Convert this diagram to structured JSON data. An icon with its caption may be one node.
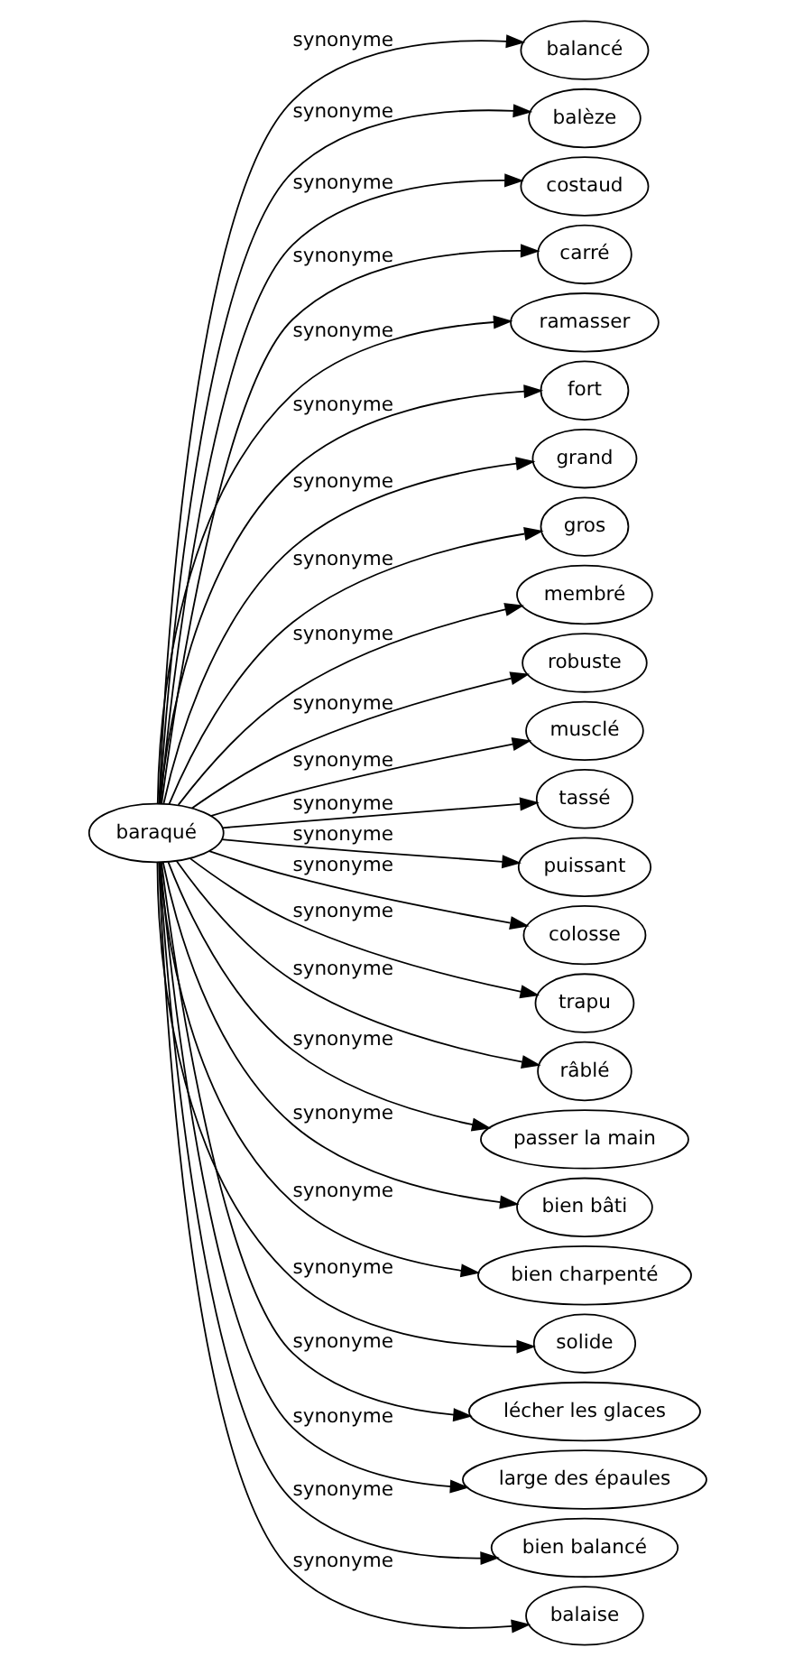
{
  "diagram": {
    "nodes": [
      {
        "text": [
          "baraqué"
        ]
      },
      {
        "text": [
          "balancé"
        ]
      },
      {
        "text": [
          "balèze"
        ]
      },
      {
        "text": [
          "costaud"
        ]
      },
      {
        "text": [
          "carré"
        ]
      },
      {
        "text": [
          "ramasser"
        ]
      },
      {
        "text": [
          "fort"
        ]
      },
      {
        "text": [
          "grand"
        ]
      },
      {
        "text": [
          "gros"
        ]
      },
      {
        "text": [
          "membré"
        ]
      },
      {
        "text": [
          "robuste"
        ]
      },
      {
        "text": [
          "musclé"
        ]
      },
      {
        "text": [
          "tassé"
        ]
      },
      {
        "text": [
          "puissant"
        ]
      },
      {
        "text": [
          "colosse"
        ]
      },
      {
        "text": [
          "trapu"
        ]
      },
      {
        "text": [
          "râblé"
        ]
      },
      {
        "text": [
          "passer la main"
        ]
      },
      {
        "text": [
          "bien bâti"
        ]
      },
      {
        "text": [
          "bien charpenté"
        ]
      },
      {
        "text": [
          "solide"
        ]
      },
      {
        "text": [
          "lécher les glaces"
        ]
      },
      {
        "text": [
          "large des épaules"
        ]
      },
      {
        "text": [
          "bien balancé"
        ]
      },
      {
        "text": [
          "balaise"
        ]
      }
    ],
    "edges": [
      {
        "from": 0,
        "to": 1,
        "arrow": "to",
        "label": "synonyme"
      },
      {
        "from": 0,
        "to": 2,
        "arrow": "to",
        "label": "synonyme"
      },
      {
        "from": 0,
        "to": 3,
        "arrow": "to",
        "label": "synonyme"
      },
      {
        "from": 0,
        "to": 4,
        "arrow": "to",
        "label": "synonyme"
      },
      {
        "from": 0,
        "to": 5,
        "arrow": "to",
        "label": "synonyme"
      },
      {
        "from": 0,
        "to": 6,
        "arrow": "to",
        "label": "synonyme"
      },
      {
        "from": 0,
        "to": 7,
        "arrow": "to",
        "label": "synonyme"
      },
      {
        "from": 0,
        "to": 8,
        "arrow": "to",
        "label": "synonyme"
      },
      {
        "from": 0,
        "to": 9,
        "arrow": "to",
        "label": "synonyme"
      },
      {
        "from": 0,
        "to": 10,
        "arrow": "to",
        "label": "synonyme"
      },
      {
        "from": 0,
        "to": 11,
        "arrow": "to",
        "label": "synonyme"
      },
      {
        "from": 0,
        "to": 12,
        "arrow": "to",
        "label": "synonyme"
      },
      {
        "from": 0,
        "to": 13,
        "arrow": "to",
        "label": "synonyme"
      },
      {
        "from": 0,
        "to": 14,
        "arrow": "to",
        "label": "synonyme"
      },
      {
        "from": 0,
        "to": 15,
        "arrow": "to",
        "label": "synonyme"
      },
      {
        "from": 0,
        "to": 16,
        "arrow": "to",
        "label": "synonyme"
      },
      {
        "from": 0,
        "to": 17,
        "arrow": "to",
        "label": "synonyme"
      },
      {
        "from": 0,
        "to": 18,
        "arrow": "to",
        "label": "synonyme"
      },
      {
        "from": 0,
        "to": 19,
        "arrow": "to",
        "label": "synonyme"
      },
      {
        "from": 0,
        "to": 20,
        "arrow": "to",
        "label": "synonyme"
      },
      {
        "from": 0,
        "to": 21,
        "arrow": "to",
        "label": "synonyme"
      },
      {
        "from": 0,
        "to": 22,
        "arrow": "to",
        "label": "synonyme"
      },
      {
        "from": 0,
        "to": 23,
        "arrow": "to",
        "label": "synonyme"
      },
      {
        "from": 0,
        "to": 24,
        "arrow": "to",
        "label": "synonyme"
      }
    ]
  }
}
